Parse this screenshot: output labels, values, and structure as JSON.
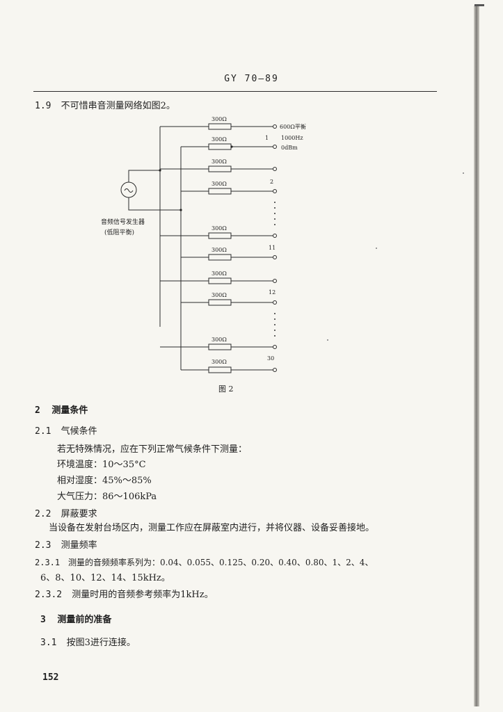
{
  "header": {
    "code": "GY 70—89"
  },
  "sections": {
    "s1_9": {
      "num": "1.9",
      "text": "不可惜串音测量网络如图2。"
    },
    "s2": {
      "num": "2",
      "title": "测量条件"
    },
    "s2_1": {
      "num": "2.1",
      "title": "气候条件"
    },
    "s2_1_p": "若无特殊情况，应在下列正常气候条件下测量：",
    "s2_1_temp": "环境温度：10～35°C",
    "s2_1_hum": "相对湿度：45%～85%",
    "s2_1_press": "大气压力：86～106kPa",
    "s2_2": {
      "num": "2.2",
      "title": "屏蔽要求"
    },
    "s2_2_p": "当设备在发射台场区内，测量工作应在屏蔽室内进行，并将仪器、设备妥善接地。",
    "s2_3": {
      "num": "2.3",
      "title": "测量频率"
    },
    "s2_3_1": {
      "num": "2.3.1",
      "text": "测量的音频频率系列为：0.04、0.055、0.125、0.20、0.40、0.80、1、2、4、"
    },
    "s2_3_1_cont": "6、8、10、12、14、15kHz。",
    "s2_3_2": {
      "num": "2.3.2",
      "text": "测量时用的音频参考频率为1kHz。"
    },
    "s3": {
      "num": "3",
      "title": "测量前的准备"
    },
    "s3_1": {
      "num": "3.1",
      "text": "按图3进行连接。"
    }
  },
  "figure": {
    "caption": "图 2",
    "generator_label_1": "音频信号发生器",
    "generator_label_2": "(低阻平衡)",
    "resistor_label": "300Ω",
    "out_600": "600Ω平衡",
    "out_1000": "1000Hz",
    "out_0dbm": "0dBm",
    "label_1": "1",
    "label_2": "2",
    "label_11": "11",
    "label_12": "12",
    "label_30": "30"
  },
  "page_number": "152"
}
